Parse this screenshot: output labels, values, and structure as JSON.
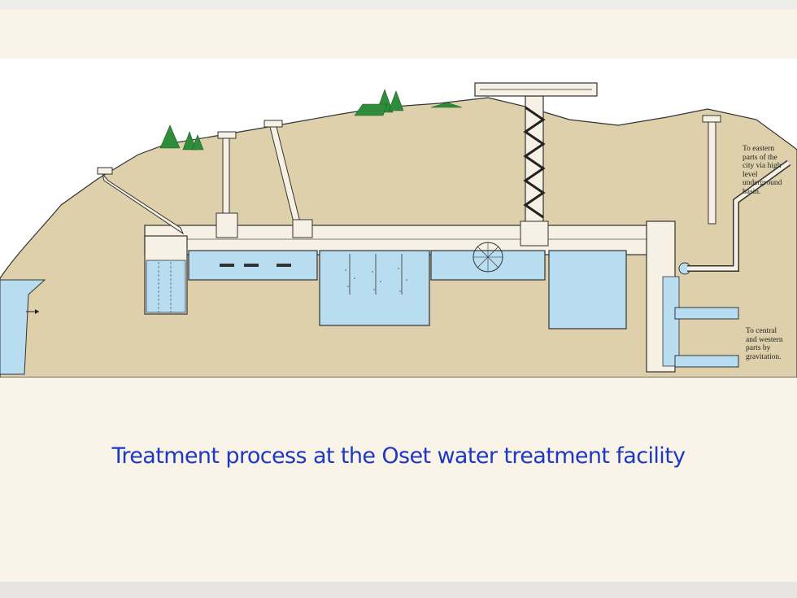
{
  "slide": {
    "caption": "Treatment process at the Oset water treatment facility"
  },
  "illustration": {
    "annotations": {
      "east": [
        "To eastern",
        "parts of the",
        "city via high",
        "level",
        "underground",
        "basin."
      ],
      "central": [
        "To central",
        "and western",
        "parts by",
        "gravitation."
      ]
    },
    "colors": {
      "ground": "#ddd0ab",
      "water": "#b8ddf0",
      "caption": "#1c39c6",
      "tree": "#2e8c3a"
    }
  }
}
